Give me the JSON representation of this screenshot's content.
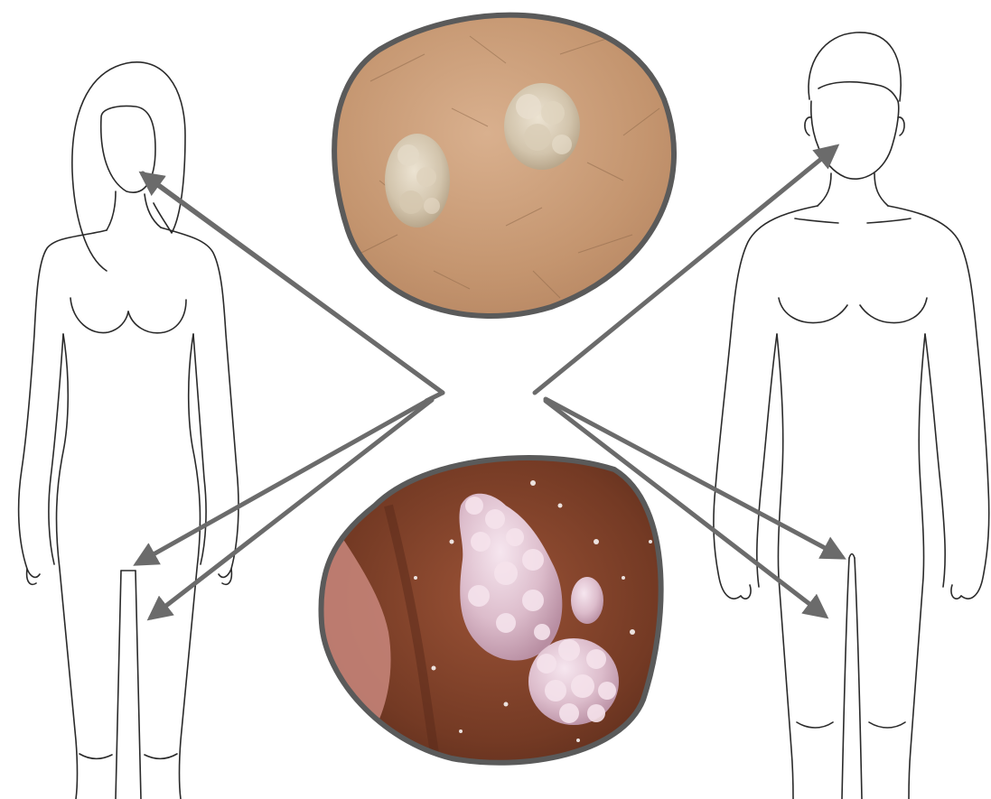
{
  "diagram": {
    "figures": [
      "female-body-outline",
      "male-body-outline"
    ],
    "insets": [
      "skin-lesion-closeup-top",
      "lesion-closeup-bottom"
    ],
    "colors": {
      "outline": "#2a2a2a",
      "arrow": "#6b6b6b",
      "inset_border": "#5a5a5a",
      "skin_top": "#c79b78",
      "lesion_top": "#d8cdb8",
      "tissue_bottom": "#7a3e2a",
      "lesion_bottom": "#e3c6d6"
    }
  }
}
